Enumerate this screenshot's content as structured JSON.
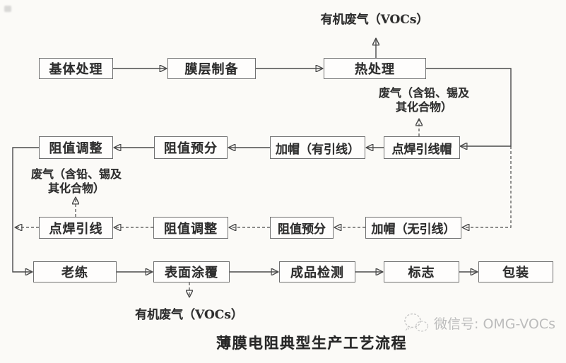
{
  "diagram": {
    "caption": "薄膜电阻典型生产工艺流程",
    "nodes": {
      "row1": [
        {
          "label": "基体处理"
        },
        {
          "label": "膜层制备"
        },
        {
          "label": "热处理"
        }
      ],
      "row2": [
        {
          "label": "阻值调整"
        },
        {
          "label": "阻值预分"
        },
        {
          "label": "加帽（有引线）"
        },
        {
          "label": "点焊引线帽"
        }
      ],
      "row3": [
        {
          "label": "点焊引线"
        },
        {
          "label": "阻值调整"
        },
        {
          "label": "阻值预分"
        },
        {
          "label": "加帽（无引线）"
        }
      ],
      "row4": [
        {
          "label": "老练"
        },
        {
          "label": "表面涂覆"
        },
        {
          "label": "成品检测"
        },
        {
          "label": "标志"
        },
        {
          "label": "包装"
        }
      ]
    },
    "emissions": {
      "voc_top": "有机废气（VOCs）",
      "waste_right_line1": "废气（含铅、锡及",
      "waste_right_line2": "其化合物）",
      "waste_left_line1": "废气（含铅、锡及",
      "waste_left_line2": "其化合物）",
      "voc_bottom": "有机废气（VOCs）"
    },
    "watermark": {
      "icon": "wechat-icon",
      "text": "微信号: OMG-VOCs"
    },
    "colors": {
      "line": "#4a4a4a",
      "box_border": "#707070",
      "text": "#2e2e2e",
      "watermark": "#bcbcbc",
      "background": "#fbfaf7"
    }
  }
}
